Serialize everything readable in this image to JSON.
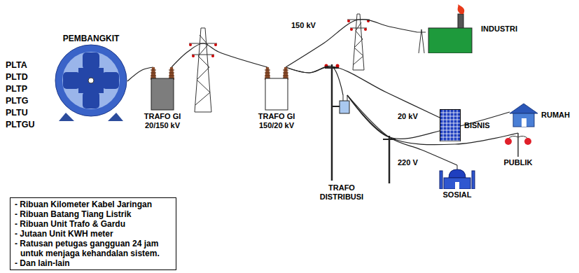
{
  "diagram": {
    "nodes": [
      {
        "text": [
          "PEMBANGKIT"
        ]
      },
      {
        "text": [
          "TRAFO GI 20/150 kV"
        ]
      },
      {
        "text": [
          "TRAFO GI 150/20 kV"
        ]
      },
      {
        "text": [
          "INDUSTRI"
        ]
      },
      {
        "text": [
          "BISNIS"
        ]
      },
      {
        "text": [
          "TRAFO DISTRIBUSI"
        ]
      },
      {
        "text": [
          "RUMAH"
        ]
      },
      {
        "text": [
          "PUBLIK"
        ]
      },
      {
        "text": [
          "SOSIAL"
        ]
      },
      {
        "text": [
          "- Ribuan Kilometer Kabel Jaringan",
          "- Ribuan Batang Tiang Listrik",
          "- Ribuan Unit Trafo & Gardu",
          "- Jutaan Unit KWH meter",
          "- Ratusan petugas gangguan 24 jam untuk menjaga kehandalan sistem.",
          "- Dan lain-lain"
        ]
      }
    ],
    "edges": [
      {
        "from": 0,
        "to": 1,
        "arrow": "none"
      },
      {
        "from": 1,
        "to": 2,
        "arrow": "none"
      },
      {
        "from": 2,
        "to": 3,
        "label": "150 kV",
        "arrow": "none"
      },
      {
        "from": 2,
        "to": 5,
        "arrow": "none"
      },
      {
        "from": 2,
        "to": 4,
        "label": "20 kV",
        "arrow": "none"
      },
      {
        "from": 5,
        "to": 8,
        "label": "220 V",
        "arrow": "none"
      },
      {
        "from": 5,
        "to": 7,
        "arrow": "none"
      },
      {
        "from": 5,
        "to": 6,
        "arrow": "none"
      }
    ],
    "labels": [
      "PLTA",
      "PLTD",
      "PLTP",
      "PLTG",
      "PLTU",
      "PLTGU"
    ]
  }
}
